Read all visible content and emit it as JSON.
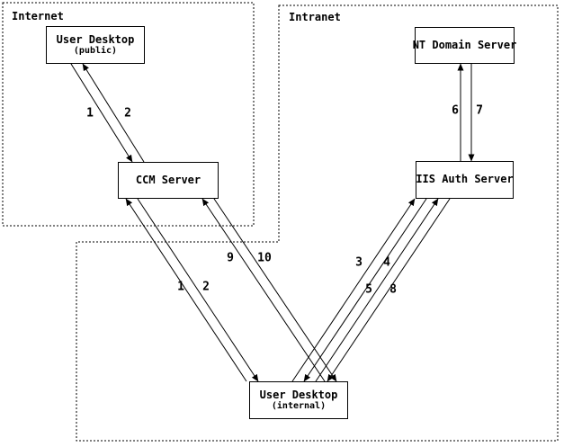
{
  "diagram": {
    "zones": [
      {
        "id": "internet",
        "label": "Internet"
      },
      {
        "id": "intranet",
        "label": "Intranet"
      }
    ],
    "nodes": [
      {
        "id": "user-desktop-public",
        "title": "User Desktop",
        "subtitle": "(public)"
      },
      {
        "id": "nt-domain-server",
        "title": "NT Domain Server"
      },
      {
        "id": "ccm-server",
        "title": "CCM Server"
      },
      {
        "id": "iis-auth-server",
        "title": "IIS Auth Server"
      },
      {
        "id": "user-desktop-internal",
        "title": "User Desktop",
        "subtitle": "(internal)"
      }
    ],
    "message_labels": {
      "label_1_top": "1",
      "label_2_top": "2",
      "label_1_bottom": "1",
      "label_2_bottom": "2",
      "label_3": "3",
      "label_4": "4",
      "label_5": "5",
      "label_6": "6",
      "label_7": "7",
      "label_8": "8",
      "label_9": "9",
      "label_10": "10"
    }
  },
  "colors": {
    "line": "#000000",
    "text": "#000000",
    "background": "#ffffff"
  }
}
